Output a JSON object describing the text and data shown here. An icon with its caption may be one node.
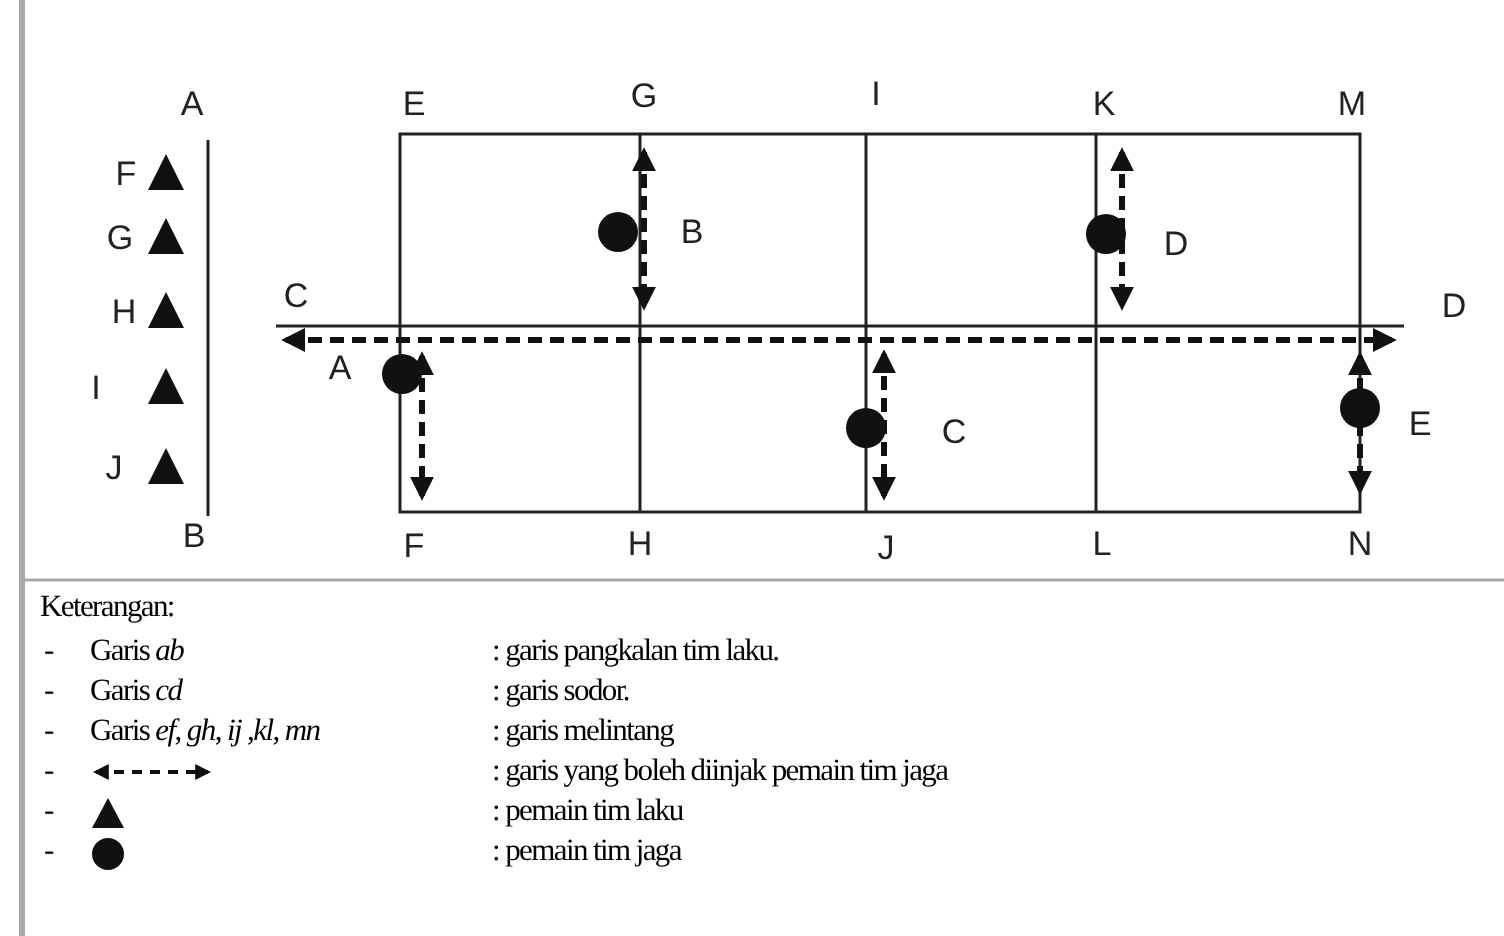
{
  "diagram": {
    "labels": [
      "A",
      "E",
      "G",
      "I",
      "K",
      "M",
      "F",
      "G",
      "B",
      "D",
      "H",
      "C",
      "D",
      "A",
      "I",
      "C",
      "E",
      "J",
      "B",
      "F",
      "H",
      "J",
      "L",
      "N",
      "Keterangan:",
      "-",
      "Garis *ab*",
      "-",
      "Garis *cd*",
      "-",
      "Garis *ef*, *gh*, *ij* ,*kl*, *mn*",
      "-",
      "-",
      "-"
    ],
    "legend": [
      {
        "text": ": garis pangkalan tim laku."
      },
      {
        "text": ": garis sodor."
      },
      {
        "text": ": garis melintang"
      },
      {
        "text": ": garis yang boleh diinjak pemain tim jaga"
      },
      {
        "text": ": pemain tim laku"
      },
      {
        "text": ": pemain tim jaga"
      }
    ]
  }
}
